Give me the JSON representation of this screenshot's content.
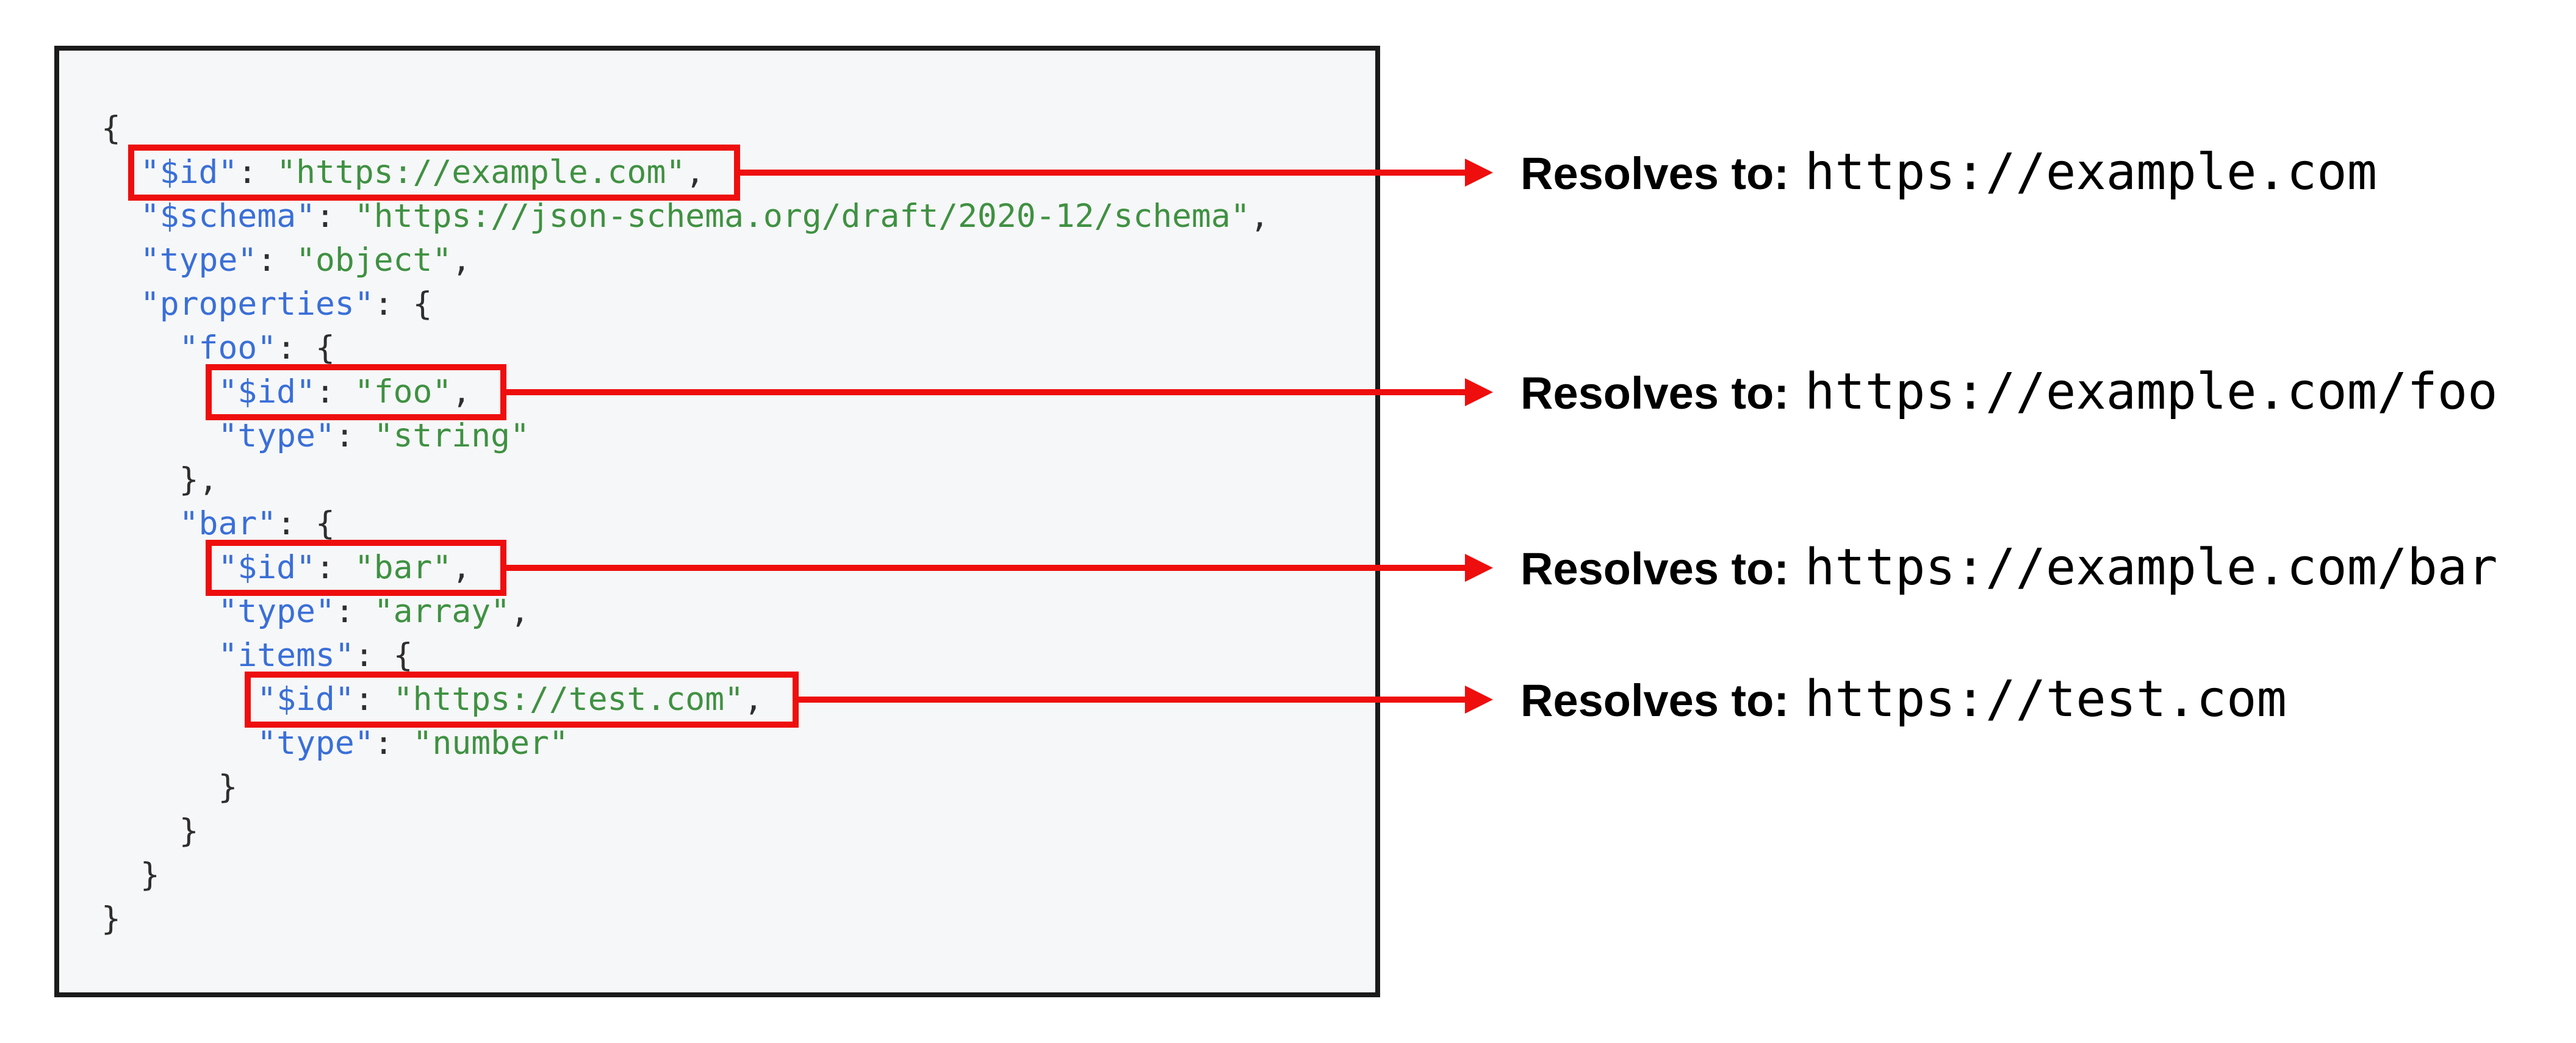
{
  "figure": {
    "description": "JSON Schema $id resolution diagram",
    "language": "json"
  },
  "colors": {
    "key": "#3a6fd8",
    "string": "#3f9142",
    "punctuation": "#2e2e2e",
    "highlight_red": "#ee0e0e",
    "panel_background": "#f6f7f8",
    "panel_border": "#1b1b1b",
    "annotation_text": "#000000",
    "page_background": "#ffffff"
  },
  "code": {
    "lines": [
      [
        {
          "t": "{",
          "c": "p"
        }
      ],
      [
        {
          "t": "  ",
          "c": "p"
        },
        {
          "t": "\"$id\"",
          "c": "k"
        },
        {
          "t": ": ",
          "c": "p"
        },
        {
          "t": "\"https://example.com\"",
          "c": "s"
        },
        {
          "t": ",",
          "c": "p"
        }
      ],
      [
        {
          "t": "  ",
          "c": "p"
        },
        {
          "t": "\"$schema\"",
          "c": "k"
        },
        {
          "t": ": ",
          "c": "p"
        },
        {
          "t": "\"https://json-schema.org/draft/2020-12/schema\"",
          "c": "s"
        },
        {
          "t": ",",
          "c": "p"
        }
      ],
      [
        {
          "t": "  ",
          "c": "p"
        },
        {
          "t": "\"type\"",
          "c": "k"
        },
        {
          "t": ": ",
          "c": "p"
        },
        {
          "t": "\"object\"",
          "c": "s"
        },
        {
          "t": ",",
          "c": "p"
        }
      ],
      [
        {
          "t": "  ",
          "c": "p"
        },
        {
          "t": "\"properties\"",
          "c": "k"
        },
        {
          "t": ": {",
          "c": "p"
        }
      ],
      [
        {
          "t": "    ",
          "c": "p"
        },
        {
          "t": "\"foo\"",
          "c": "k"
        },
        {
          "t": ": {",
          "c": "p"
        }
      ],
      [
        {
          "t": "      ",
          "c": "p"
        },
        {
          "t": "\"$id\"",
          "c": "k"
        },
        {
          "t": ": ",
          "c": "p"
        },
        {
          "t": "\"foo\"",
          "c": "s"
        },
        {
          "t": ",",
          "c": "p"
        }
      ],
      [
        {
          "t": "      ",
          "c": "p"
        },
        {
          "t": "\"type\"",
          "c": "k"
        },
        {
          "t": ": ",
          "c": "p"
        },
        {
          "t": "\"string\"",
          "c": "s"
        }
      ],
      [
        {
          "t": "    },",
          "c": "p"
        }
      ],
      [
        {
          "t": "    ",
          "c": "p"
        },
        {
          "t": "\"bar\"",
          "c": "k"
        },
        {
          "t": ": {",
          "c": "p"
        }
      ],
      [
        {
          "t": "      ",
          "c": "p"
        },
        {
          "t": "\"$id\"",
          "c": "k"
        },
        {
          "t": ": ",
          "c": "p"
        },
        {
          "t": "\"bar\"",
          "c": "s"
        },
        {
          "t": ",",
          "c": "p"
        }
      ],
      [
        {
          "t": "      ",
          "c": "p"
        },
        {
          "t": "\"type\"",
          "c": "k"
        },
        {
          "t": ": ",
          "c": "p"
        },
        {
          "t": "\"array\"",
          "c": "s"
        },
        {
          "t": ",",
          "c": "p"
        }
      ],
      [
        {
          "t": "      ",
          "c": "p"
        },
        {
          "t": "\"items\"",
          "c": "k"
        },
        {
          "t": ": {",
          "c": "p"
        }
      ],
      [
        {
          "t": "        ",
          "c": "p"
        },
        {
          "t": "\"$id\"",
          "c": "k"
        },
        {
          "t": ": ",
          "c": "p"
        },
        {
          "t": "\"https://test.com\"",
          "c": "s"
        },
        {
          "t": ",",
          "c": "p"
        }
      ],
      [
        {
          "t": "        ",
          "c": "p"
        },
        {
          "t": "\"type\"",
          "c": "k"
        },
        {
          "t": ": ",
          "c": "p"
        },
        {
          "t": "\"number\"",
          "c": "s"
        }
      ],
      [
        {
          "t": "      }",
          "c": "p"
        }
      ],
      [
        {
          "t": "    }",
          "c": "p"
        }
      ],
      [
        {
          "t": "  }",
          "c": "p"
        }
      ],
      [
        {
          "t": "}",
          "c": "p"
        }
      ]
    ]
  },
  "highlights": [
    {
      "line": 1,
      "col_start": 2,
      "col_end": 31
    },
    {
      "line": 6,
      "col_start": 6,
      "col_end": 19
    },
    {
      "line": 10,
      "col_start": 6,
      "col_end": 19
    },
    {
      "line": 13,
      "col_start": 8,
      "col_end": 34
    }
  ],
  "annotations": [
    {
      "label": "Resolves to:",
      "value": "https://example.com"
    },
    {
      "label": "Resolves to:",
      "value": "https://example.com/foo"
    },
    {
      "label": "Resolves to:",
      "value": "https://example.com/bar"
    },
    {
      "label": "Resolves to:",
      "value": "https://test.com"
    }
  ]
}
